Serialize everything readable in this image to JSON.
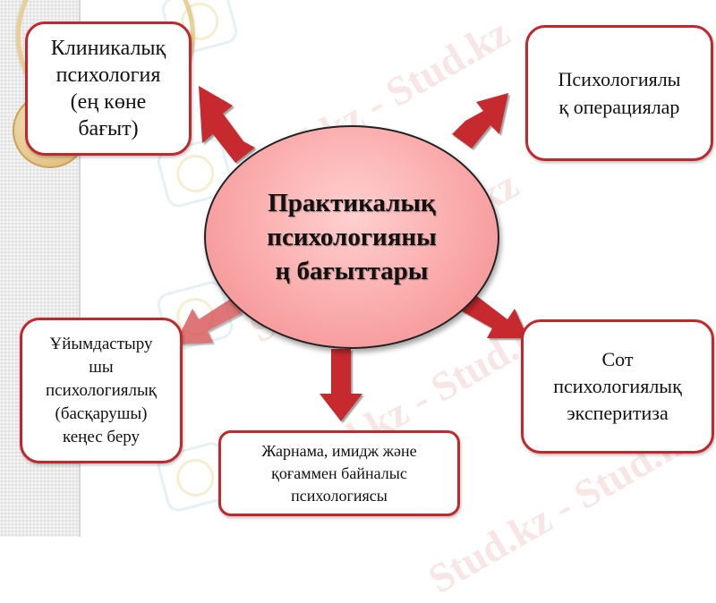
{
  "diagram": {
    "center": {
      "label": "Практикалық\nпсихологияны\nң бағыттары",
      "fill": "#fbb0b0",
      "border": "#222222"
    },
    "nodes": [
      {
        "id": "clinical",
        "label": "Клиникалық\nпсихология\n(ең көне\nбағыт)",
        "position": "top-left"
      },
      {
        "id": "operations",
        "label": "Психологиялы\nқ операциялар",
        "position": "top-right"
      },
      {
        "id": "organizational",
        "label": "Ұйымдастыру\nшы\nпсихологиялық\n(басқарушы)\nкеңес беру",
        "position": "bottom-left"
      },
      {
        "id": "advertising",
        "label": "Жарнама, имидж және\nқоғаммен байналыс\nпсихологиясы",
        "position": "bottom-center"
      },
      {
        "id": "forensic",
        "label": "Сот\nпсихологиялық\nэксперитиза",
        "position": "bottom-right"
      }
    ],
    "edges": [
      {
        "from": "center",
        "to": "clinical"
      },
      {
        "from": "center",
        "to": "operations"
      },
      {
        "from": "center",
        "to": "organizational"
      },
      {
        "from": "center",
        "to": "advertising"
      },
      {
        "from": "center",
        "to": "forensic"
      }
    ],
    "colors": {
      "box_border": "#c0282d",
      "arrow": "#c62a2f",
      "background": "#ffffff"
    }
  },
  "watermark": {
    "text": "Stud.kz - Stud.kz"
  }
}
